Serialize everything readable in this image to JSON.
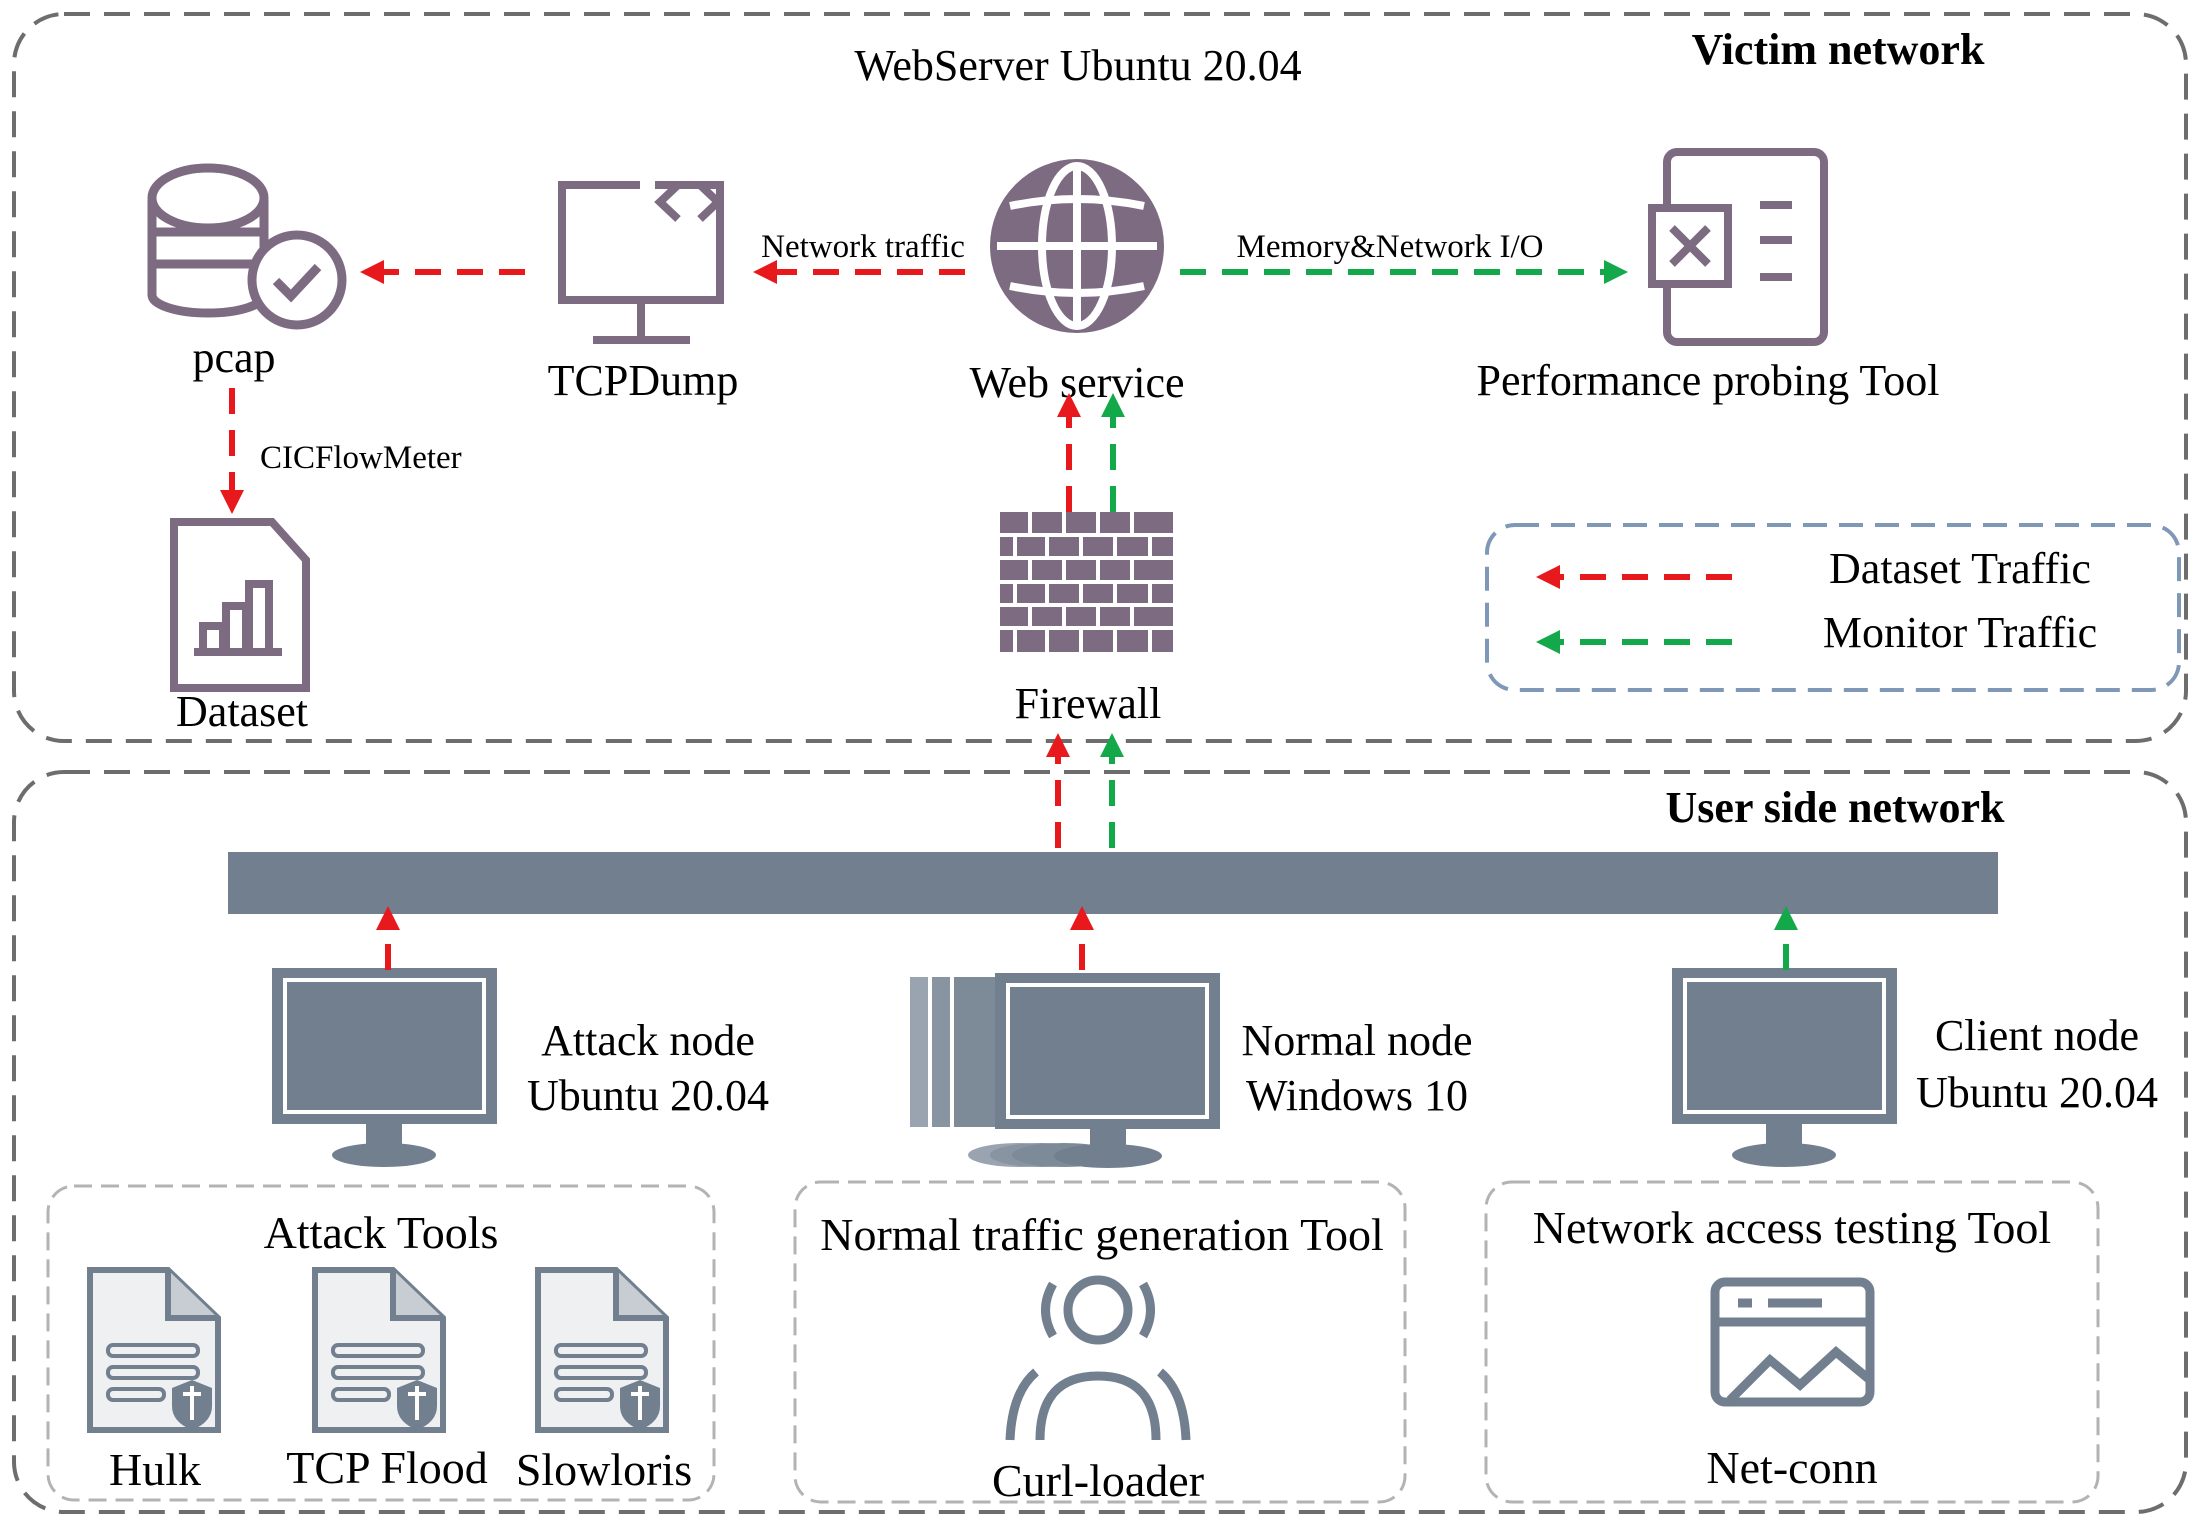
{
  "colors": {
    "dataset_traffic": "#e8191c",
    "monitor_traffic": "#13a84a",
    "icon_purple": "#7d6b82",
    "node_slate": "#717f8f",
    "zone_border": "#6d6d6d",
    "legend_border": "#7f98b8",
    "tool_box_border": "#b3b3b3"
  },
  "victim_network": {
    "title": "Victim network",
    "server_label": "WebServer  Ubuntu 20.04",
    "nodes": [
      {
        "id": "pcap",
        "icon": "database-check-icon",
        "label": "pcap"
      },
      {
        "id": "tcpdump",
        "icon": "monitor-code-icon",
        "label": "TCPDump"
      },
      {
        "id": "web_service",
        "icon": "globe-icon",
        "label": "Web service"
      },
      {
        "id": "perf_tool",
        "icon": "spreadsheet-document-icon",
        "label": "Performance probing Tool"
      },
      {
        "id": "dataset",
        "icon": "dataset-chart-file-icon",
        "label": "Dataset"
      },
      {
        "id": "firewall",
        "icon": "brick-firewall-icon",
        "label": "Firewall"
      }
    ],
    "edges": [
      {
        "from": "web_service",
        "to": "tcpdump",
        "label": "Network traffic",
        "kind": "dataset"
      },
      {
        "from": "tcpdump",
        "to": "pcap",
        "label": "",
        "kind": "dataset"
      },
      {
        "from": "web_service",
        "to": "perf_tool",
        "label": "Memory&Network I/O",
        "kind": "monitor"
      },
      {
        "from": "pcap",
        "to": "dataset",
        "label": "CICFlowMeter",
        "kind": "dataset"
      },
      {
        "from": "firewall",
        "to": "web_service",
        "label": "",
        "kind": "dataset"
      },
      {
        "from": "firewall",
        "to": "web_service",
        "label": "",
        "kind": "monitor"
      }
    ]
  },
  "legend": {
    "items": [
      {
        "label": "Dataset Traffic",
        "kind": "dataset"
      },
      {
        "label": "Monitor Traffic",
        "kind": "monitor"
      }
    ]
  },
  "user_side_network": {
    "title": "User side network",
    "nodes": [
      {
        "id": "attack_node",
        "icon": "computer-monitor-icon",
        "label_line1": "Attack node",
        "label_line2": "Ubuntu 20.04",
        "traffic": "dataset"
      },
      {
        "id": "normal_node",
        "icon": "stacked-monitors-icon",
        "label_line1": "Normal node",
        "label_line2": "Windows 10",
        "traffic": "dataset"
      },
      {
        "id": "client_node",
        "icon": "computer-monitor-icon",
        "label_line1": "Client node",
        "label_line2": "Ubuntu 20.04",
        "traffic": "monitor"
      }
    ],
    "tool_groups": [
      {
        "id": "attack_tools",
        "title": "Attack Tools",
        "tools": [
          {
            "icon": "shield-document-icon",
            "label": "Hulk"
          },
          {
            "icon": "shield-document-icon",
            "label": "TCP Flood"
          },
          {
            "icon": "shield-document-icon",
            "label": "Slowloris"
          }
        ]
      },
      {
        "id": "normal_tools",
        "title": "Normal traffic generation Tool",
        "tools": [
          {
            "icon": "broadcasting-user-icon",
            "label": "Curl-loader"
          }
        ]
      },
      {
        "id": "client_tools",
        "title": "Network access testing Tool",
        "tools": [
          {
            "icon": "browser-chart-window-icon",
            "label": "Net-conn"
          }
        ]
      }
    ]
  }
}
